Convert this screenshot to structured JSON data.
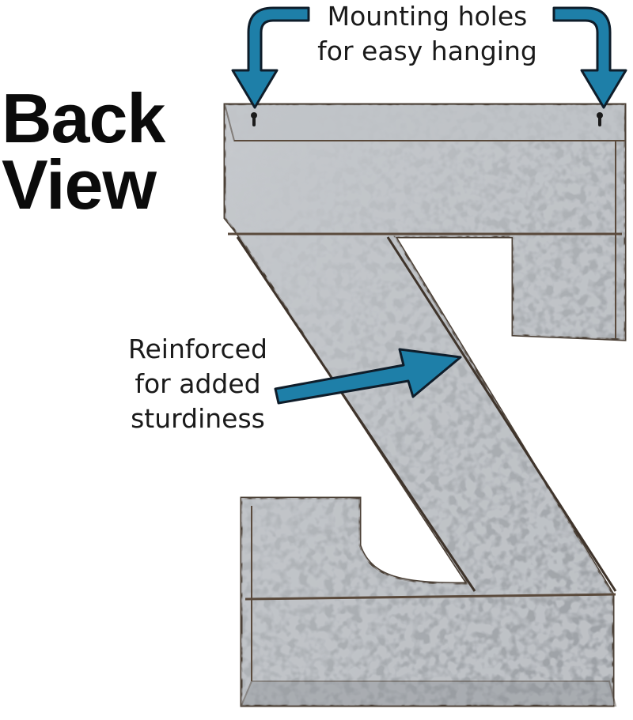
{
  "title": {
    "line1": "Back",
    "line2": "View"
  },
  "callouts": {
    "mounting": {
      "line1": "Mounting holes",
      "line2": "for easy hanging"
    },
    "reinforced": {
      "line1": "Reinforced",
      "line2": "for added",
      "line3": "sturdiness"
    }
  },
  "colors": {
    "arrow_fill": "#1e7fa8",
    "arrow_stroke": "#0f1d2a",
    "metal_base": "#a9adb1",
    "metal_light": "#d8dbde",
    "metal_dark": "#6e7378",
    "seam": "#5a4a3c",
    "text": "#0b0b0b"
  },
  "icons": [
    "down-arrow-icon",
    "pointer-arrow-icon",
    "keyhole-icon"
  ]
}
